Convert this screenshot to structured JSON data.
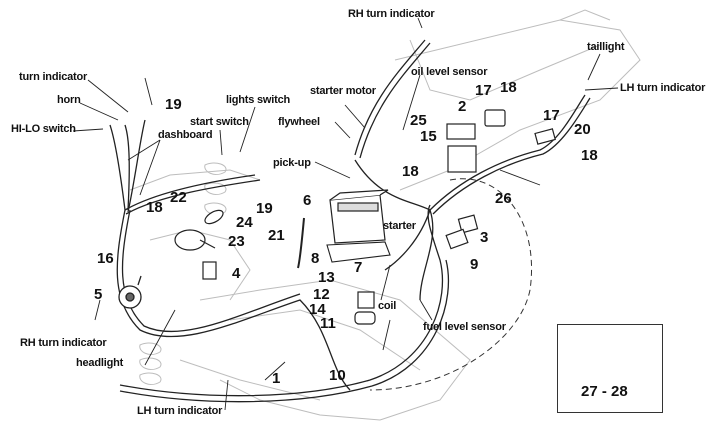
{
  "title": "Electrical system - wiring harness exploded view",
  "text_labels": {
    "turn_indicator": "turn indicator",
    "horn": "horn",
    "hi_lo_switch": "HI-LO switch",
    "dashboard": "dashboard",
    "start_switch": "start switch",
    "lights_switch": "lights switch",
    "flywheel": "flywheel",
    "pick_up": "pick-up",
    "starter_motor": "starter motor",
    "rh_turn_indicator_top": "RH turn indicator",
    "oil_level_sensor": "oil level sensor",
    "taillight": "taillight",
    "lh_turn_indicator_rear": "LH turn indicator",
    "starter": "starter",
    "coil": "coil",
    "fuel_level_sensor": "fuel level sensor",
    "rh_turn_indicator_front": "RH turn indicator",
    "headlight": "headlight",
    "lh_turn_indicator_front": "LH turn indicator"
  },
  "part_numbers": {
    "p1": "1",
    "p2": "2",
    "p3": "3",
    "p4": "4",
    "p5": "5",
    "p6": "6",
    "p7": "7",
    "p8": "8",
    "p9": "9",
    "p10": "10",
    "p11": "11",
    "p12": "12",
    "p13": "13",
    "p14": "14",
    "p15": "15",
    "p16": "16",
    "p17a": "17",
    "p17b": "17",
    "p18a": "18",
    "p18b": "18",
    "p18c": "18",
    "p18d": "18",
    "p19a": "19",
    "p19b": "19",
    "p20": "20",
    "p21": "21",
    "p22": "22",
    "p23": "23",
    "p24": "24",
    "p25": "25",
    "p26": "26"
  },
  "inset": {
    "label": "27 - 28"
  }
}
